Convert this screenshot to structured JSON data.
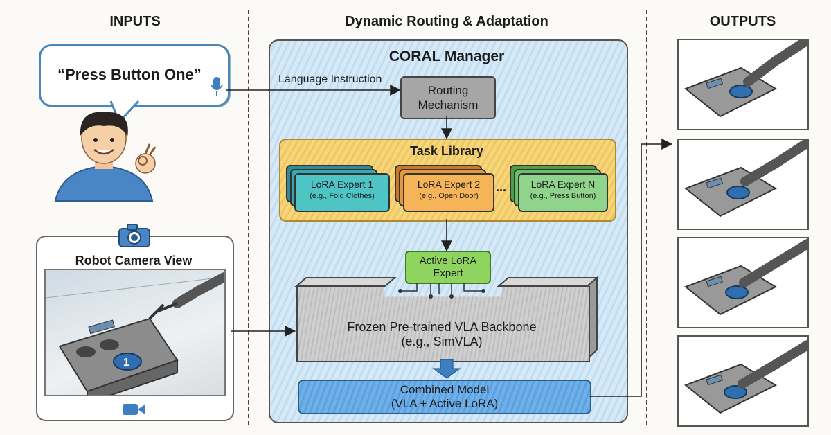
{
  "headers": {
    "inputs": "INPUTS",
    "middle": "Dynamic Routing & Adaptation",
    "outputs": "OUTPUTS"
  },
  "inputs": {
    "speech": "“Press Button One”",
    "camera_label": "Robot Camera View"
  },
  "manager": {
    "title": "CORAL Manager",
    "language_instruction": "Language Instruction",
    "routing": {
      "line1": "Routing",
      "line2": "Mechanism"
    },
    "task_library": {
      "title": "Task Library",
      "ellipsis": "...",
      "experts": [
        {
          "name": "LoRA Expert 1",
          "example": "(e.g., Fold Clothes)",
          "color": "#3aa6b0"
        },
        {
          "name": "LoRA Expert 2",
          "example": "(e.g., Open Door)",
          "color": "#e59a3a"
        },
        {
          "name": "LoRA Expert N",
          "example": "(e.g., Press Button)",
          "color": "#6cc06a"
        }
      ]
    },
    "active": {
      "line1": "Active LoRA",
      "line2": "Expert"
    },
    "backbone": {
      "line1": "Frozen Pre-trained VLA Backbone",
      "line2": "(e.g., SimVLA)"
    },
    "combined": {
      "line1": "Combined Model",
      "line2": "(VLA + Active LoRA)"
    }
  },
  "device_label": "1",
  "colors": {
    "accent_blue": "#4a86b8",
    "manager_bg": "#d6e9f7",
    "task_library": "#f6d57d",
    "active_green": "#8fd45f",
    "combined_blue": "#6fb0e8"
  }
}
